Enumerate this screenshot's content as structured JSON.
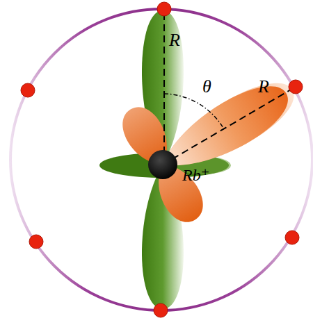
{
  "diagram": {
    "labels": [
      "R",
      "θ",
      "R",
      "Rb⁺"
    ]
  }
}
